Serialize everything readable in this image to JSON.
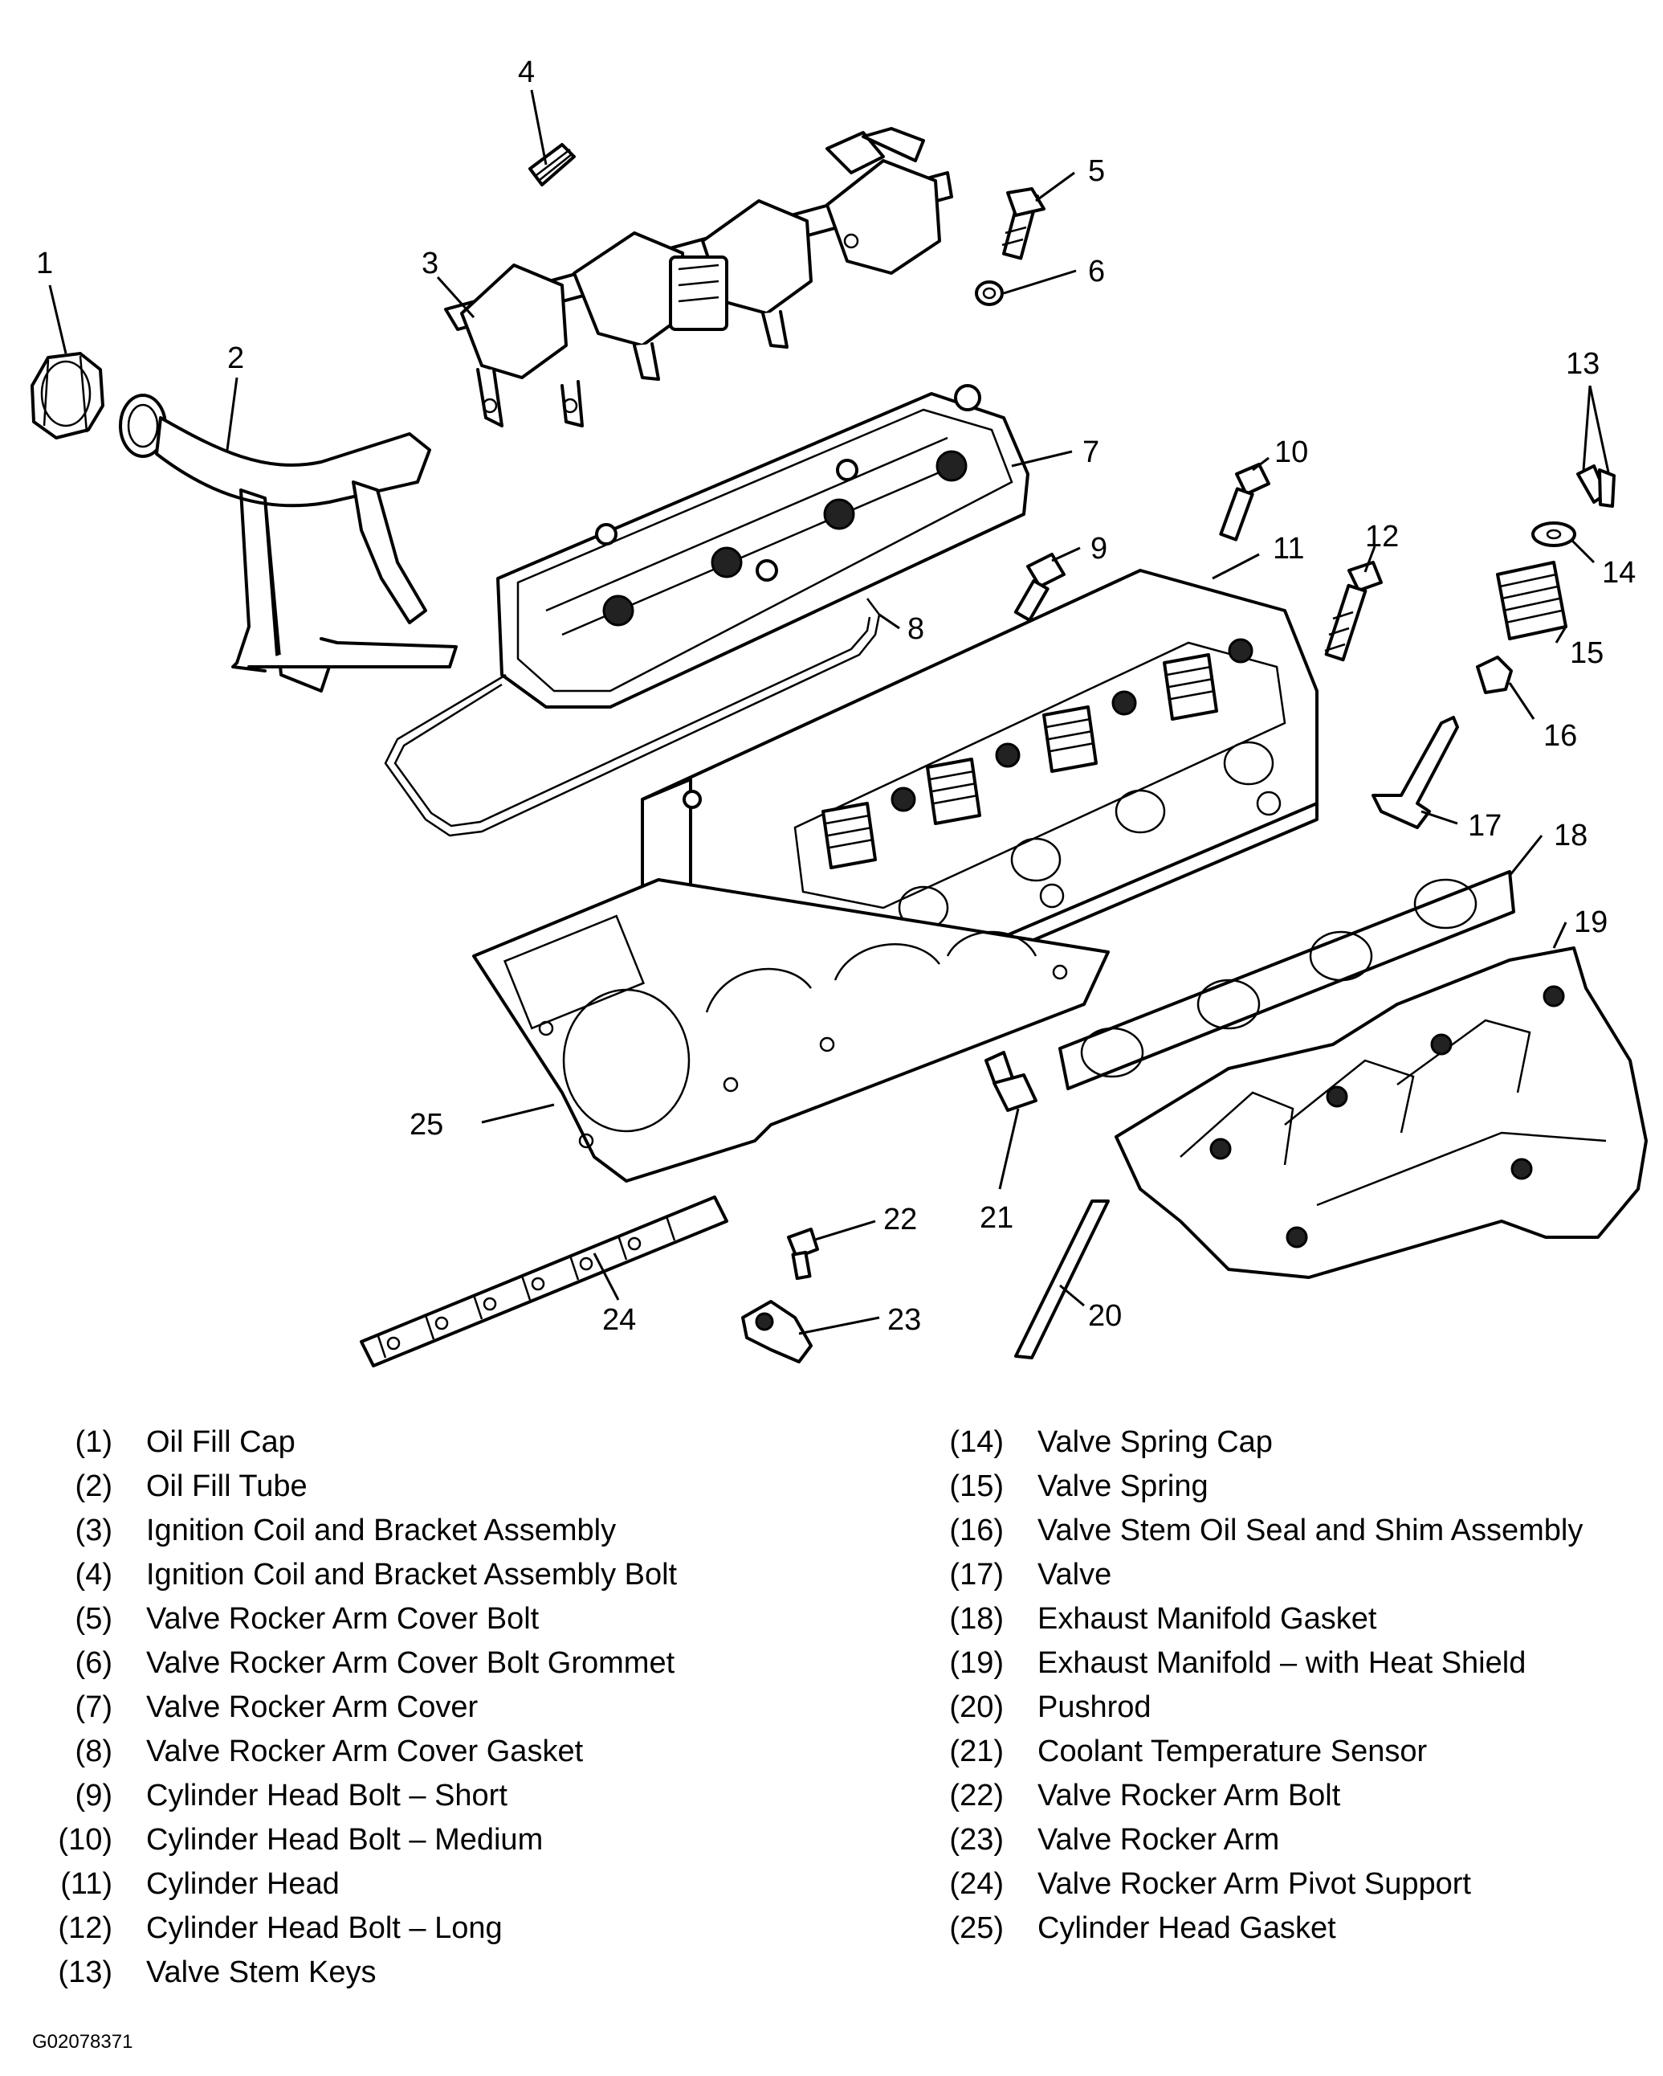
{
  "callouts": [
    "1",
    "2",
    "3",
    "4",
    "5",
    "6",
    "7",
    "8",
    "9",
    "10",
    "11",
    "12",
    "13",
    "14",
    "15",
    "16",
    "17",
    "18",
    "19",
    "20",
    "21",
    "22",
    "23",
    "24",
    "25"
  ],
  "legend": {
    "left": [
      {
        "num": "(1)",
        "text": "Oil Fill Cap"
      },
      {
        "num": "(2)",
        "text": "Oil Fill Tube"
      },
      {
        "num": "(3)",
        "text": "Ignition Coil and Bracket Assembly"
      },
      {
        "num": "(4)",
        "text": "Ignition Coil and Bracket Assembly Bolt"
      },
      {
        "num": "(5)",
        "text": "Valve Rocker Arm Cover Bolt"
      },
      {
        "num": "(6)",
        "text": "Valve Rocker Arm Cover Bolt Grommet"
      },
      {
        "num": "(7)",
        "text": "Valve Rocker Arm Cover"
      },
      {
        "num": "(8)",
        "text": "Valve Rocker Arm Cover Gasket"
      },
      {
        "num": "(9)",
        "text": "Cylinder Head Bolt – Short"
      },
      {
        "num": "(10)",
        "text": "Cylinder Head Bolt – Medium"
      },
      {
        "num": "(11)",
        "text": "Cylinder Head"
      },
      {
        "num": "(12)",
        "text": "Cylinder Head Bolt – Long"
      },
      {
        "num": "(13)",
        "text": "Valve Stem Keys"
      }
    ],
    "right": [
      {
        "num": "(14)",
        "text": "Valve Spring Cap"
      },
      {
        "num": "(15)",
        "text": "Valve Spring"
      },
      {
        "num": "(16)",
        "text": "Valve Stem Oil Seal and Shim Assembly"
      },
      {
        "num": "(17)",
        "text": "Valve"
      },
      {
        "num": "(18)",
        "text": "Exhaust Manifold Gasket"
      },
      {
        "num": "(19)",
        "text": "Exhaust Manifold – with Heat Shield"
      },
      {
        "num": "(20)",
        "text": "Pushrod"
      },
      {
        "num": "(21)",
        "text": "Coolant Temperature Sensor"
      },
      {
        "num": "(22)",
        "text": "Valve Rocker Arm Bolt"
      },
      {
        "num": "(23)",
        "text": "Valve Rocker Arm"
      },
      {
        "num": "(24)",
        "text": "Valve Rocker Arm Pivot Support"
      },
      {
        "num": "(25)",
        "text": "Cylinder Head Gasket"
      }
    ]
  },
  "figure_code": "G02078371"
}
